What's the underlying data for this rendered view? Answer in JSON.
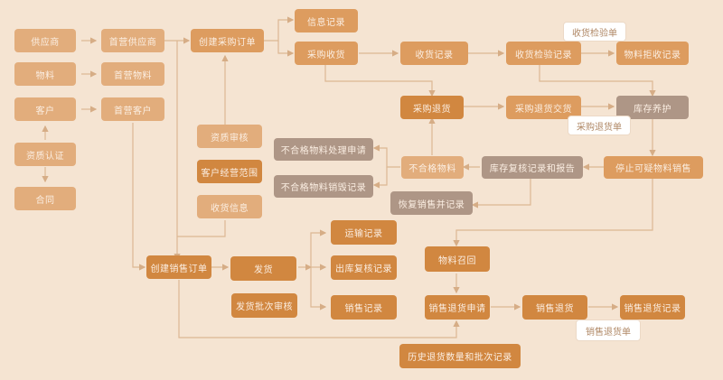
{
  "diagram": {
    "colors": {
      "background": "#f5e4d2",
      "light_node": "#e2ad7c",
      "mid_node": "#dd9c5f",
      "dark_node": "#d18740",
      "gray_node": "#ae9686",
      "connector": "#dcb792",
      "tag": "#ffffff"
    },
    "nodes": {
      "supplier": "供应商",
      "material": "物料",
      "customer": "客户",
      "qualification": "资质认证",
      "contract": "合同",
      "first_supplier": "首营供应商",
      "first_material": "首营物料",
      "first_customer": "首营客户",
      "create_po": "创建采购订单",
      "info_record": "信息记录",
      "purchase_receipt": "采购收货",
      "receipt_record": "收货记录",
      "receipt_inspection_record": "收货检验记录",
      "material_rejection_record": "物料拒收记录",
      "purchase_return": "采购退货",
      "purchase_return_delivery": "采购退货交货",
      "inventory_maintenance": "库存养护",
      "qualification_review": "资质审核",
      "customer_business_scope": "客户经营范围",
      "invoice_info": "收货信息",
      "nonconforming_handling_request": "不合格物料处理申请",
      "nonconforming_destruction_record": "不合格物料销毁记录",
      "nonconforming_material": "不合格物料",
      "inventory_check_report": "库存复核记录和报告",
      "stop_suspect_sales": "停止可疑物料销售",
      "resume_sales_record": "恢复销售并记录",
      "create_so": "创建销售订单",
      "shipment": "发货",
      "shipment_batch_review": "发货批次审核",
      "transport_record": "运输记录",
      "outbound_review_record": "出库复核记录",
      "sales_record": "销售记录",
      "material_recall": "物料召回",
      "sales_return_request": "销售退货申请",
      "sales_return": "销售退货",
      "sales_return_record": "销售退货记录",
      "history_return_record": "历史退货数量和批次记录"
    },
    "tags": {
      "receipt_inspection_sheet": "收货检验单",
      "purchase_return_sheet": "采购退货单",
      "sales_return_sheet": "销售退货单"
    }
  }
}
